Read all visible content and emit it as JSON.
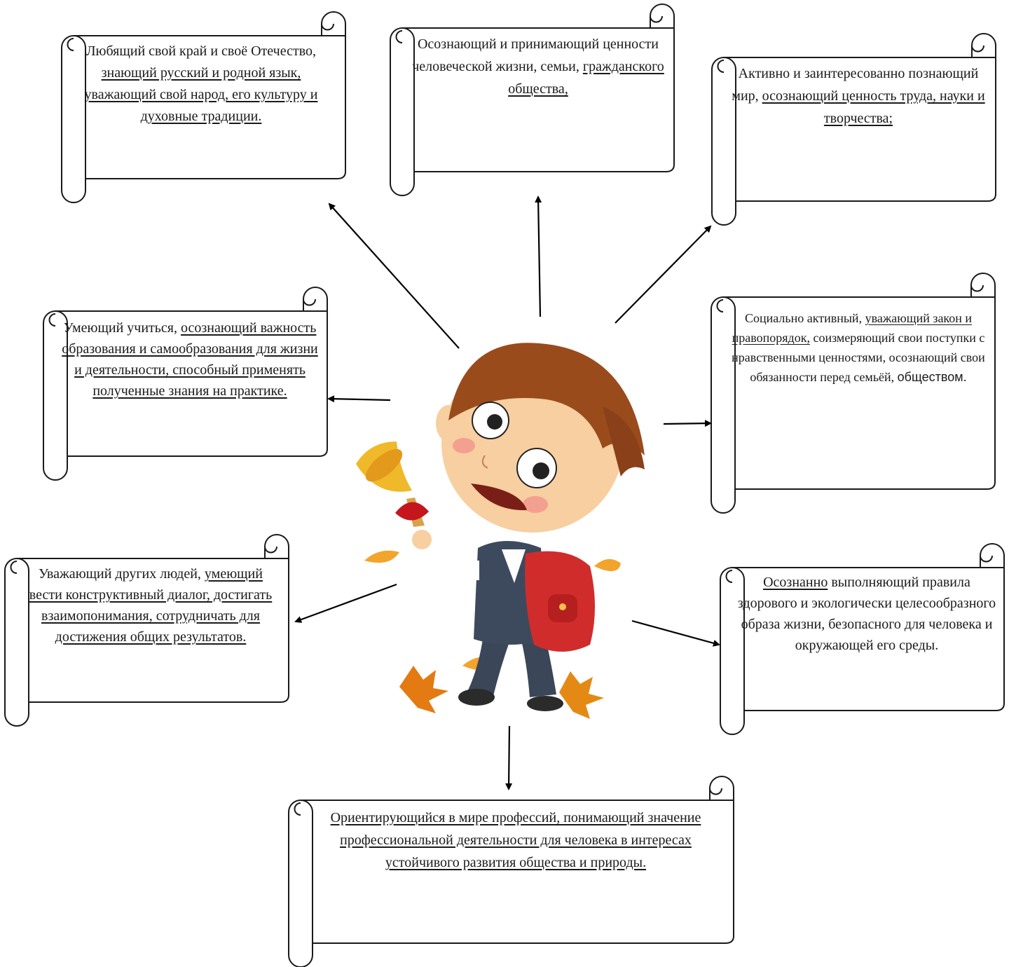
{
  "center_figure": {
    "icon": "schoolboy-with-bell-and-backpack-icon"
  },
  "scrolls": [
    {
      "id": "patriot",
      "parts": [
        {
          "t": "Любящий свой край и своё Отечество, ",
          "u": false
        },
        {
          "t": "знающий русский и родной язык, уважающий свой народ, его культуру и духовные традиции.",
          "u": true
        }
      ]
    },
    {
      "id": "values",
      "parts": [
        {
          "t": "Осознающий и принимающий ценности человеческой жизни, семьи, ",
          "u": false
        },
        {
          "t": "гражданского общества,",
          "u": true
        }
      ]
    },
    {
      "id": "curious",
      "parts": [
        {
          "t": "Активно и заинтересованно познающий мир, ",
          "u": false
        },
        {
          "t": "осознающий ценность труда, науки и творчества;",
          "u": true
        }
      ]
    },
    {
      "id": "learner",
      "parts": [
        {
          "t": "Умеющий учиться, ",
          "u": false
        },
        {
          "t": "осознающий важность образования и самообразования для жизни и деятельности, способный применять полученные знания на практике.",
          "u": true
        }
      ]
    },
    {
      "id": "social",
      "parts": [
        {
          "t": "Социально активный, ",
          "u": false
        },
        {
          "t": "уважающий закон и правопорядок,",
          "u": true
        },
        {
          "t": " соизмеряющий свои поступки с нравственными ценностями, осознающий свои обязанности перед семьёй, ",
          "u": false
        },
        {
          "t": "обществом.",
          "u": false,
          "sans": true
        }
      ]
    },
    {
      "id": "respect",
      "parts": [
        {
          "t": "Уважающий других людей, ",
          "u": false
        },
        {
          "t": "умеющий вести конструктивный диалог, достигать взаимопонимания, сотрудничать для достижения общих результатов.",
          "u": true
        }
      ]
    },
    {
      "id": "health",
      "parts": [
        {
          "t": "Осознанно",
          "u": true
        },
        {
          "t": " выполняющий правила здорового и экологически целесообразного образа жизни, безопасного для человека и окружающей его среды.",
          "u": false
        }
      ]
    },
    {
      "id": "career",
      "parts": [
        {
          "t": "Ориентирующийся в мире профессий, понимающий значение профессиональной деятельности для человека в интересах устойчивого развития общества и природы.",
          "u": true
        }
      ]
    }
  ]
}
